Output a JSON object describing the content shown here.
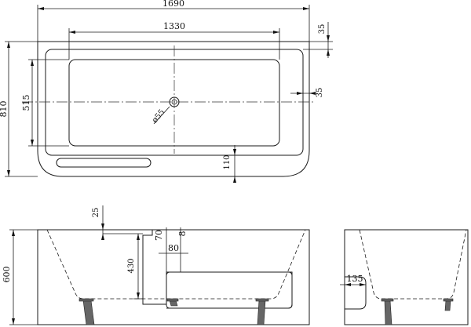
{
  "plan_view": {
    "overall_length": "1690",
    "inner_length": "1330",
    "overall_width": "810",
    "inner_width": "515",
    "rim_top": "35",
    "rim_right": "35",
    "drain_diameter": "ø55",
    "shelf_depth": "110"
  },
  "front_elevation": {
    "height": "600",
    "rim_thickness": "25",
    "inner_depth": "430",
    "shelf_rise": "70",
    "shelf_gap": "8",
    "shelf_step": "80"
  },
  "side_elevation": {
    "shelf_width": "135"
  }
}
